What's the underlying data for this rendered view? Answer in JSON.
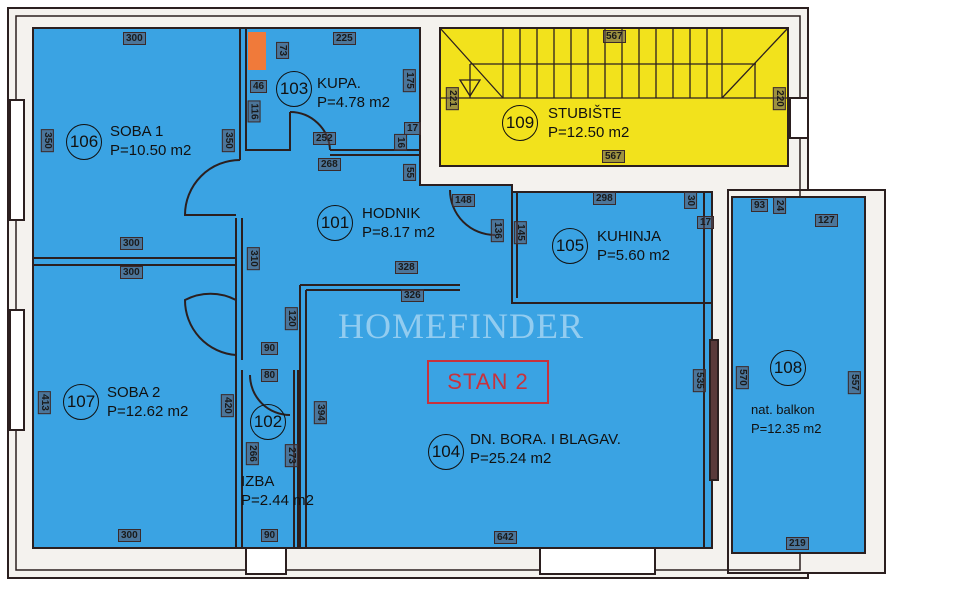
{
  "plan_title": "STAN 2",
  "watermark": "HOMEFINDER",
  "colors": {
    "room_fill": "#3aa3e3",
    "stair_fill": "#f2e21c",
    "wall": "#2b1f1f",
    "title_red": "#c8323c"
  },
  "rooms": [
    {
      "number": "106",
      "name": "SOBA 1",
      "area": "P=10.50  m2"
    },
    {
      "number": "103",
      "name": "KUPA.",
      "area": "P=4.78 m2"
    },
    {
      "number": "101",
      "name": "HODNIK",
      "area": "P=8.17 m2"
    },
    {
      "number": "109",
      "name": "STUBIŠTE",
      "area": "P=12.50 m2"
    },
    {
      "number": "105",
      "name": "KUHINJA",
      "area": "P=5.60 m2"
    },
    {
      "number": "107",
      "name": "SOBA  2",
      "area": "P=12.62  m2"
    },
    {
      "number": "102",
      "name": "IZBA",
      "area": "P=2.44 m2"
    },
    {
      "number": "104",
      "name": "DN. BORA. I BLAGAV.",
      "area": "P=25.24  m2"
    },
    {
      "number": "108",
      "name": "nat. balkon",
      "area": "P=12.35 m2"
    }
  ],
  "dimensions": [
    "300",
    "225",
    "73",
    "46",
    "116",
    "175",
    "17",
    "16",
    "252",
    "268",
    "55",
    "350",
    "350",
    "300",
    "300",
    "310",
    "328",
    "326",
    "148",
    "136",
    "145",
    "298",
    "30",
    "17",
    "93",
    "24",
    "127",
    "567",
    "221",
    "220",
    "567",
    "120",
    "90",
    "80",
    "413",
    "420",
    "266",
    "273",
    "394",
    "90",
    "300",
    "642",
    "535",
    "570",
    "557",
    "219"
  ]
}
